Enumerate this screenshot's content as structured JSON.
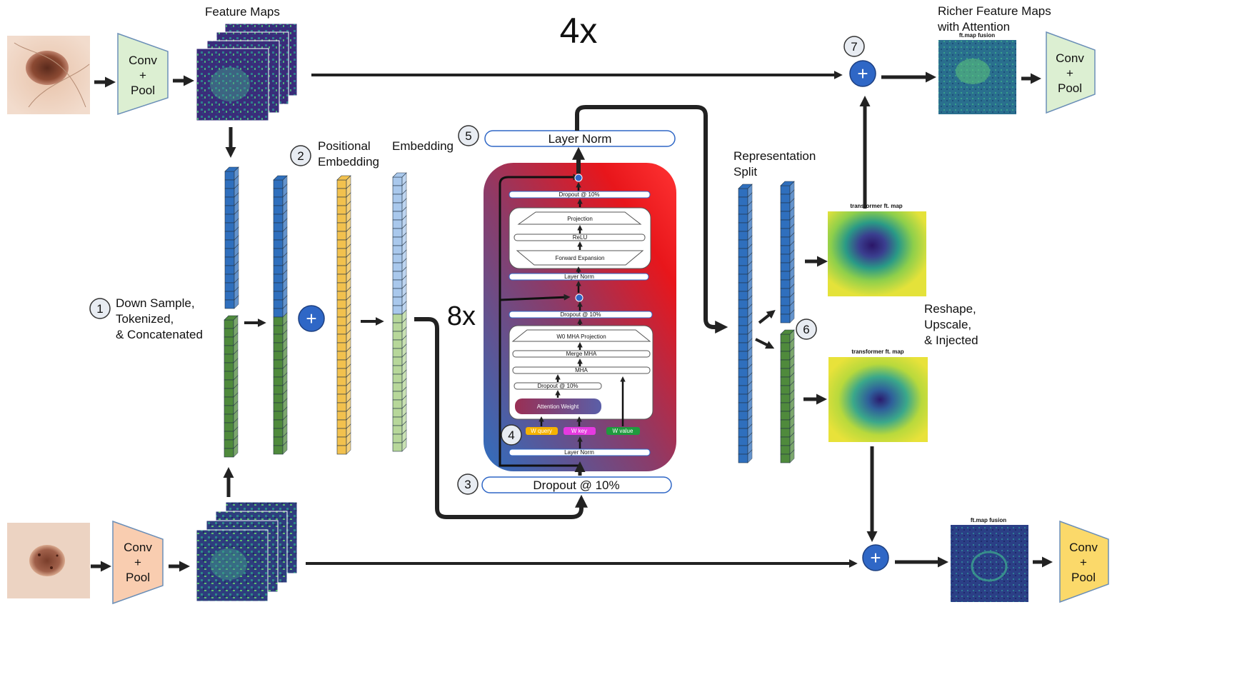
{
  "labels": {
    "feature_maps": "Feature Maps",
    "four_x": "4x",
    "richer_1": "Richer Feature Maps",
    "richer_2": "with Attention",
    "fusion_top": "ft.map fusion",
    "fusion_bottom": "ft.map fusion",
    "conv": "Conv",
    "plus": "+",
    "pool": "Pool",
    "positional_1": "Positional",
    "positional_2": "Embedding",
    "embedding": "Embedding",
    "representation_1": "Representation",
    "representation_2": "Split",
    "downsample_1": "Down Sample,",
    "downsample_2": "Tokenized,",
    "downsample_3": "& Concatenated",
    "reshape_1": "Reshape,",
    "reshape_2": "Upscale,",
    "reshape_3": "& Injected",
    "transformer_map_1": "transformer ft. map",
    "transformer_map_2": "transformer ft. map",
    "eight_x": "8x",
    "layer_norm_outer": "Layer Norm",
    "dropout_outer": "Dropout @ 10%"
  },
  "steps": [
    "1",
    "2",
    "3",
    "4",
    "5",
    "6",
    "7"
  ],
  "transformer_block": {
    "dropout_top": "Dropout @ 10%",
    "projection": "Projection",
    "relu": "ReLU",
    "forward_expansion": "Forward Expansion",
    "layer_norm_mid": "Layer Norm",
    "dropout_mid": "Dropout @ 10%",
    "w0_mha": "W0 MHA Projection",
    "merge_mha": "Merge MHA",
    "mha": "MHA",
    "dropout_low": "Dropout @ 10%",
    "attention_weight": "Attention Weight",
    "w_query": "W query",
    "w_key": "W key",
    "w_value": "W value",
    "layer_norm_in": "Layer Norm"
  },
  "colors": {
    "conv_top": "#dcefd2",
    "conv_bottom_left": "#f9cdb0",
    "conv_bottom_right": "#fbd96a",
    "token_blue": "#2f6fbd",
    "token_green": "#4f8a3c",
    "positional": "#f2c14e",
    "embedding_blue": "#a9c8ec",
    "embedding_green": "#b7d79a",
    "plus_circle": "#2f67c6",
    "block_red": "#e8161b",
    "block_blue": "#3a6db5"
  }
}
